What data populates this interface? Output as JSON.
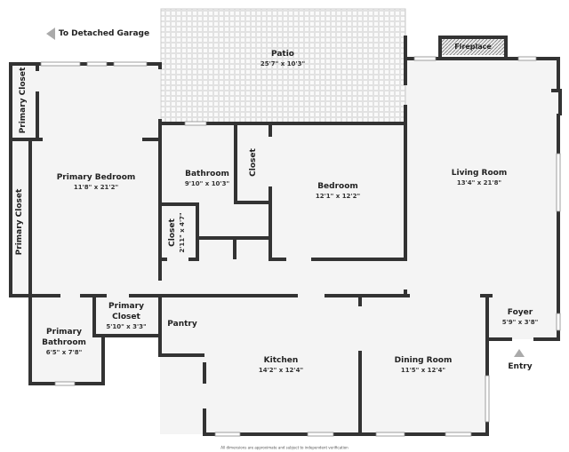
{
  "garage_link": "To Detached Garage",
  "entry": "Entry",
  "fireplace": "Fireplace",
  "rooms": {
    "patio": {
      "name": "Patio",
      "dim": "25'7\" x 10'3\""
    },
    "primary_bedroom": {
      "name": "Primary Bedroom",
      "dim": "11'8\" x 21'2\""
    },
    "primary_closet_top": {
      "name": "Primary Closet"
    },
    "primary_closet_side": {
      "name": "Primary Closet"
    },
    "bathroom": {
      "name": "Bathroom",
      "dim": "9'10\" x 10'3\""
    },
    "closet": {
      "name": "Closet"
    },
    "small_closet": {
      "name": "Closet",
      "dim": "2'11\" x 4'7\""
    },
    "bedroom": {
      "name": "Bedroom",
      "dim": "12'1\" x 12'2\""
    },
    "living_room": {
      "name": "Living Room",
      "dim": "13'4\" x 21'8\""
    },
    "foyer": {
      "name": "Foyer",
      "dim": "5'9\" x 3'8\""
    },
    "primary_bathroom": {
      "name1": "Primary",
      "name2": "Bathroom",
      "dim": "6'5\" x 7'8\""
    },
    "primary_closet_bottom": {
      "name1": "Primary",
      "name2": "Closet",
      "dim": "5'10\" x 3'3\""
    },
    "pantry": {
      "name": "Pantry"
    },
    "kitchen": {
      "name": "Kitchen",
      "dim": "14'2\" x 12'4\""
    },
    "dining_room": {
      "name": "Dining Room",
      "dim": "11'5\" x 12'4\""
    }
  },
  "disclaimer": "All dimensions are approximate and subject to independent verification",
  "colors": {
    "wall": "#333333",
    "floor": "#f4f4f4",
    "arrow": "#aaaaaa"
  }
}
